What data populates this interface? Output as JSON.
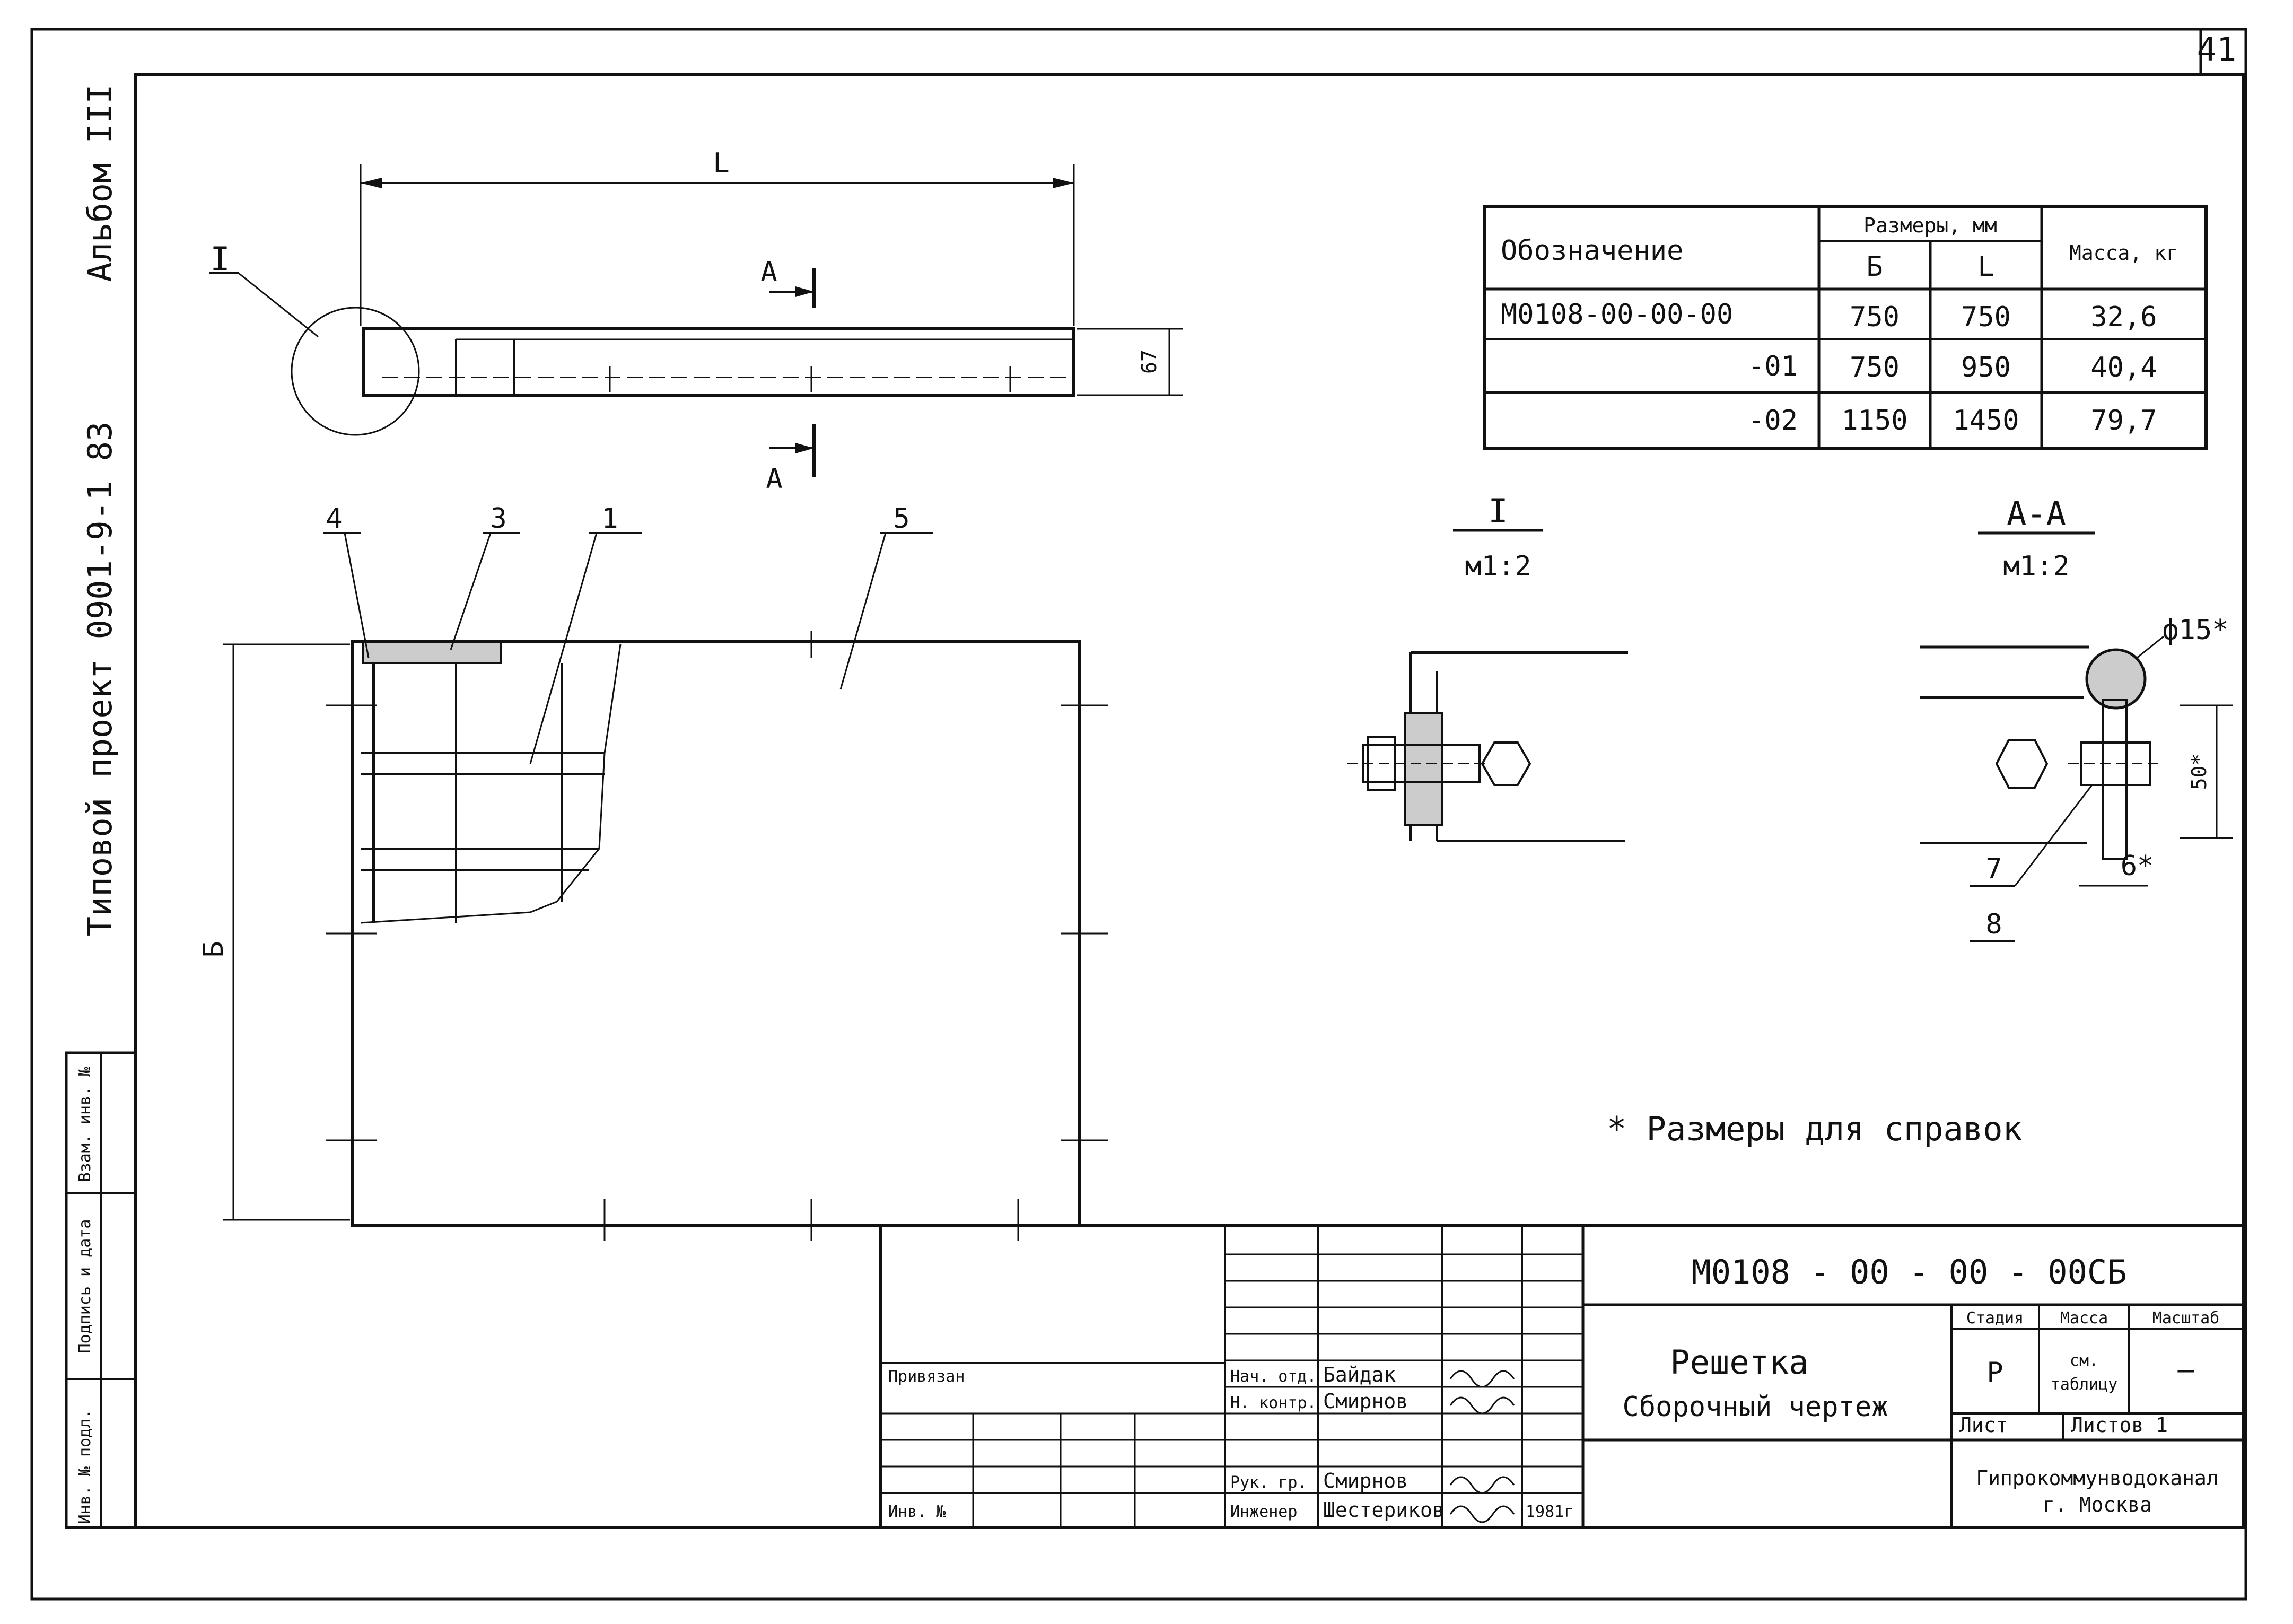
{
  "sheet": {
    "page_number": "41",
    "side_album": "Альбом III",
    "side_project": "Типовой   проект  0901-9-1 83",
    "side_stamp_labels": [
      "Инв. № подл.",
      "Подпись и дата",
      "Взам. инв. №"
    ]
  },
  "views": {
    "dim_L": "L",
    "dim_B": "Б",
    "dim_height": "67",
    "section_cut_letter": "А",
    "callout_label": "I",
    "detail_I_title": "I",
    "detail_I_scale": "м1:2",
    "section_AA_title": "А-А",
    "section_AA_scale": "м1:2",
    "dim_phi15": "ф15*",
    "dim_50": "50*",
    "dim_6": "6*",
    "parts": {
      "p4a": "4",
      "p3": "3",
      "p1": "1",
      "p5": "5",
      "p7": "7",
      "p8": "8"
    }
  },
  "table": {
    "headers": {
      "designation": "Обозначение",
      "dims_group": "Размеры, мм",
      "b": "Б",
      "l": "L",
      "mass": "Масса, кг"
    },
    "rows": [
      {
        "designation": "М0108-00-00-00",
        "b": "750",
        "l": "750",
        "mass": "32,6"
      },
      {
        "designation": "-01",
        "b": "750",
        "l": "950",
        "mass": "40,4"
      },
      {
        "designation": "-02",
        "b": "1150",
        "l": "1450",
        "mass": "79,7"
      }
    ]
  },
  "note": "* Размеры для справок",
  "title_block": {
    "doc_code": "М0108 - 00 - 00 - 00СБ",
    "name_line1": "Решетка",
    "name_line2": "Сборочный   чертеж",
    "stage_header": "Стадия",
    "mass_header": "Масса",
    "scale_header": "Масштаб",
    "stage_value": "Р",
    "mass_value_1": "см.",
    "mass_value_2": "таблицу",
    "scale_value": "—",
    "sheet_label": "Лист",
    "sheets_label": "Листов 1",
    "org_line1": "Гипрокоммунводоканал",
    "org_line2": "г. Москва",
    "privyazan": "Привязан",
    "inv_no": "Инв. №",
    "roles": [
      {
        "role": "Нач. отд.",
        "name": "Байдак"
      },
      {
        "role": "Н. контр.",
        "name": "Смирнов"
      },
      {
        "role": "Рук. гр.",
        "name": "Смирнов"
      },
      {
        "role": "Инженер",
        "name": "Шестериков"
      }
    ],
    "date": "1981г"
  }
}
